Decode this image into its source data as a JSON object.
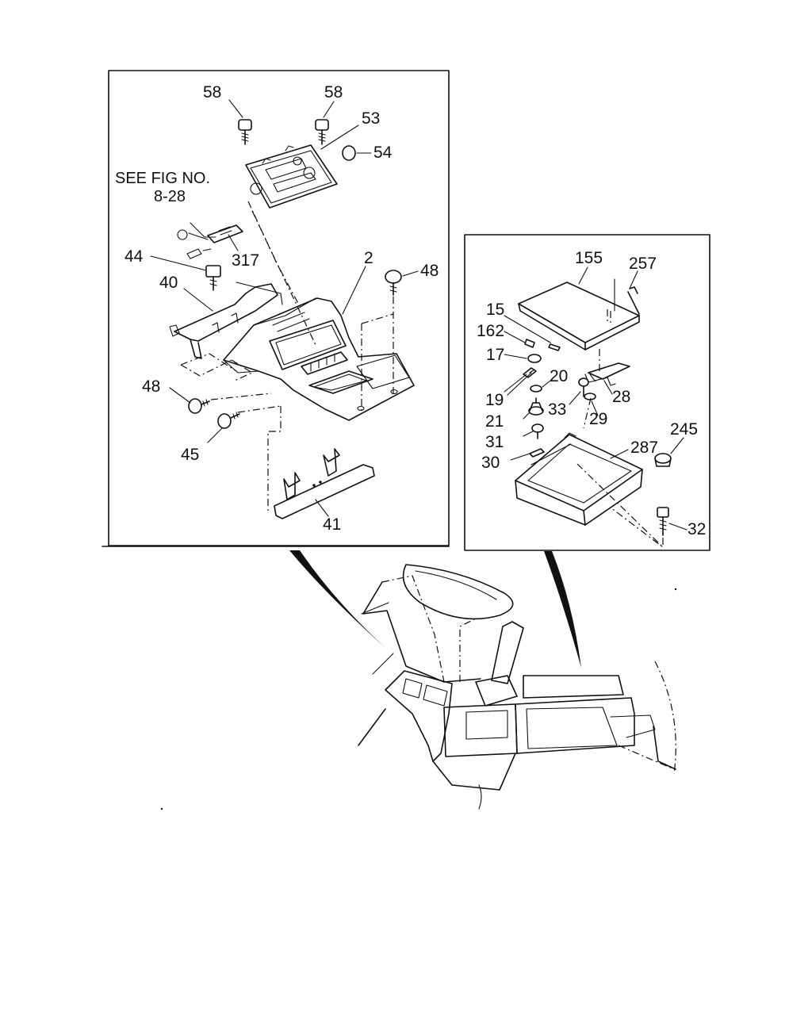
{
  "figure": {
    "reference_note": [
      "SEE FIG NO.",
      "8-28"
    ],
    "left_callouts": {
      "c58a": "58",
      "c58b": "58",
      "c53": "53",
      "c54": "54",
      "c317": "317",
      "c44": "44",
      "c40": "40",
      "c2": "2",
      "c48a": "48",
      "c48b": "48",
      "c45": "45",
      "c41": "41"
    },
    "right_callouts": {
      "c155": "155",
      "c257": "257",
      "c15": "15",
      "c162": "162",
      "c17": "17",
      "c20": "20",
      "c19": "19",
      "c33": "33",
      "c28": "28",
      "c21": "21",
      "c29": "29",
      "c31": "31",
      "c30": "30",
      "c287": "287",
      "c245": "245",
      "c32": "32"
    }
  },
  "colors": {
    "ink": "#111111",
    "paper": "#ffffff"
  }
}
